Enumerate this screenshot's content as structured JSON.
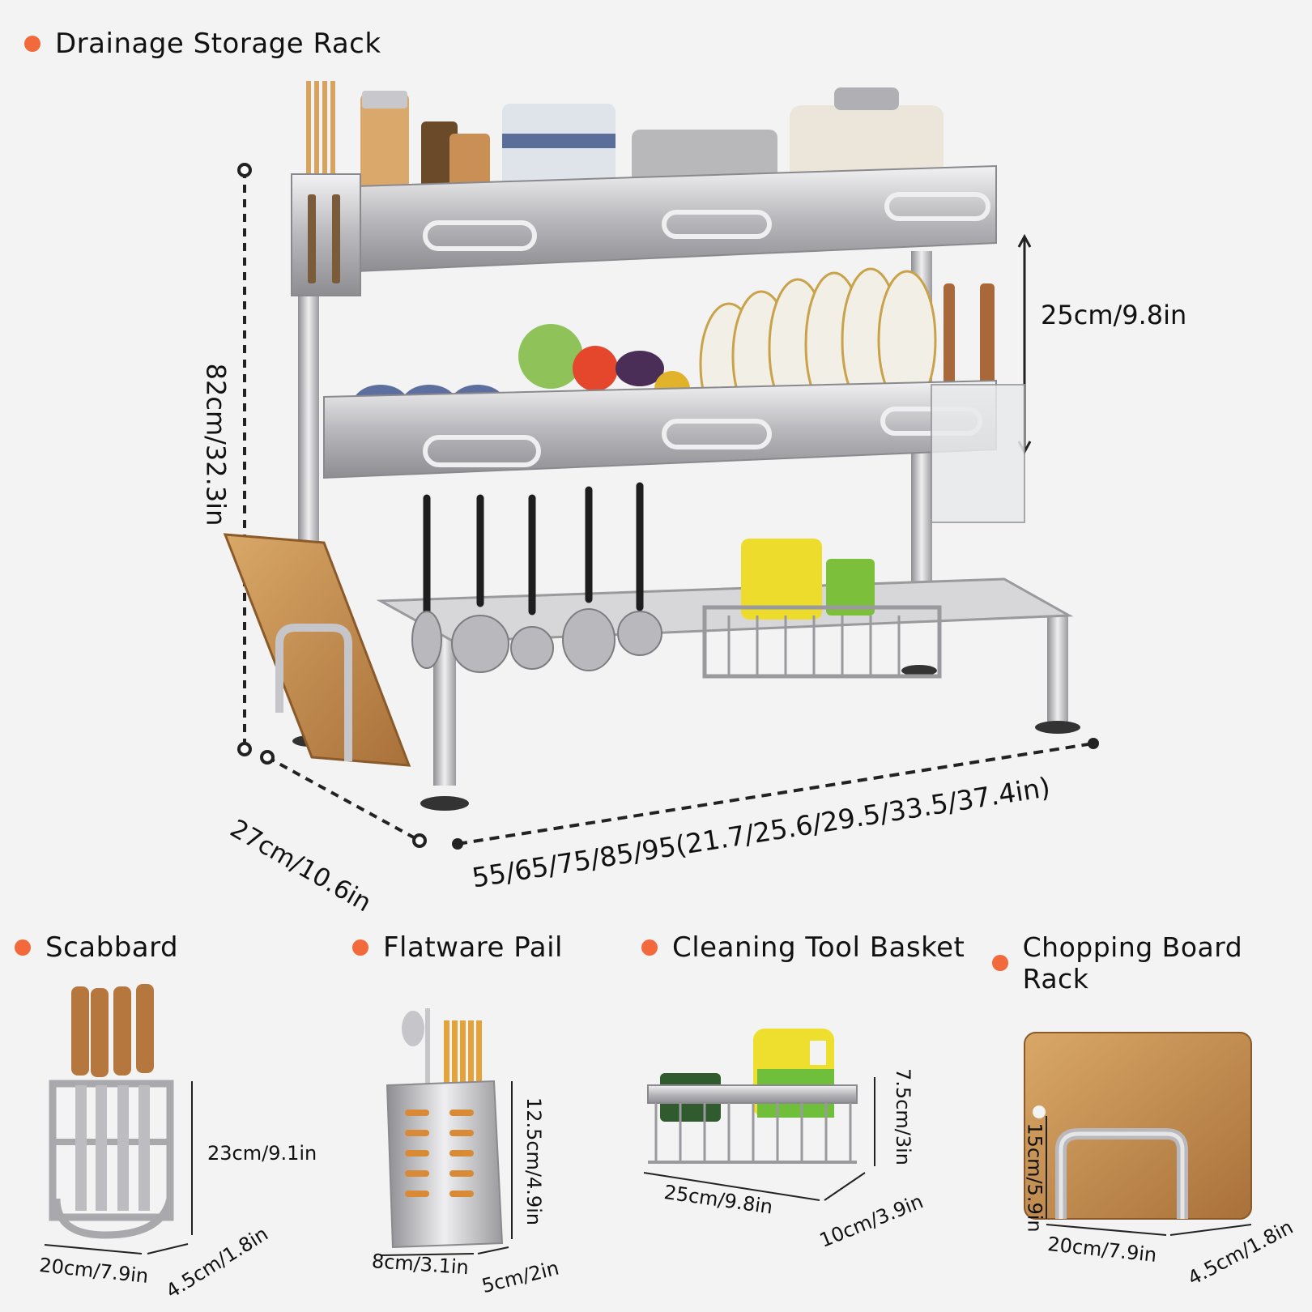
{
  "main": {
    "title": "Drainage Storage Rack",
    "height_dim": "82cm/32.3in",
    "tier_gap_dim": "25cm/9.8in",
    "depth_dim": "27cm/10.6in",
    "width_dim": "55/65/75/85/95(21.7/25.6/29.5/33.5/37.4in)"
  },
  "accessories": [
    {
      "title": "Scabbard",
      "height": "23cm/9.1in",
      "width": "20cm/7.9in",
      "depth": "4.5cm/1.8in"
    },
    {
      "title": "Flatware Pail",
      "height": "12.5cm/4.9in",
      "width": "8cm/3.1in",
      "depth": "5cm/2in"
    },
    {
      "title": "Cleaning Tool Basket",
      "height": "7.5cm/3in",
      "width": "25cm/9.8in",
      "depth": "10cm/3.9in"
    },
    {
      "title": "Chopping Board Rack",
      "height": "15cm/5.9in",
      "width": "20cm/7.9in",
      "depth": "4.5cm/1.8in"
    }
  ],
  "colors": {
    "accent_dot": "#f26a3b",
    "steel": "#c9c9cc",
    "wood": "#c08a4a"
  }
}
